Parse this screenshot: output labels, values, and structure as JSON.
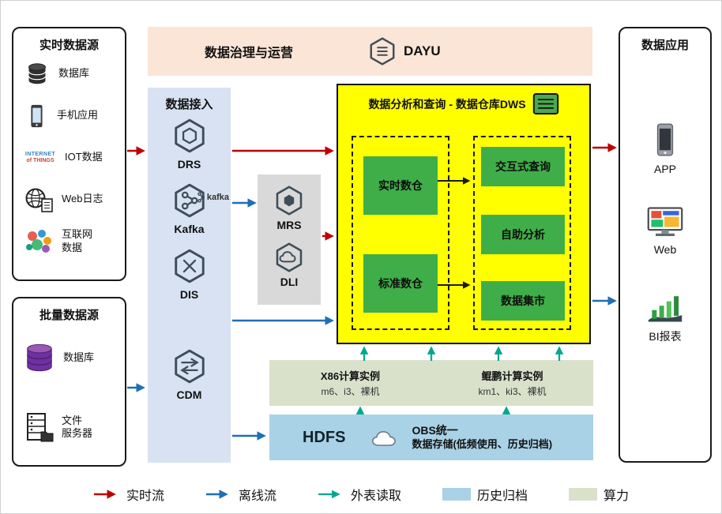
{
  "realtime_sources": {
    "title": "实时数据源",
    "items": [
      {
        "label": "数据库",
        "icon": "database-icon"
      },
      {
        "label": "手机应用",
        "icon": "mobile-icon"
      },
      {
        "label": "IOT数据",
        "icon": "iot-icon"
      },
      {
        "label": "Web日志",
        "icon": "web-log-icon"
      },
      {
        "label": "互联网\n数据",
        "icon": "internet-data-icon"
      }
    ],
    "iot_logo": {
      "line1": "INTERNET",
      "line2": "of THINGS"
    }
  },
  "batch_sources": {
    "title": "批量数据源",
    "items": [
      {
        "label": "数据库",
        "icon": "database-purple-icon"
      },
      {
        "label": "文件\n服务器",
        "icon": "file-server-icon"
      }
    ]
  },
  "governance": {
    "title": "数据治理与运营",
    "logo": "DAYU"
  },
  "ingestion": {
    "title": "数据接入",
    "items": [
      {
        "label": "DRS"
      },
      {
        "label": "Kafka"
      },
      {
        "label": "DIS"
      },
      {
        "label": "CDM"
      }
    ],
    "kafka_badge": "kafka"
  },
  "middleware": {
    "items": [
      {
        "label": "MRS"
      },
      {
        "label": "DLI"
      }
    ]
  },
  "dws": {
    "title": "数据分析和查询 - 数据仓库DWS",
    "warehouses": [
      {
        "label": "实时数仓"
      },
      {
        "label": "标准数仓"
      }
    ],
    "services": [
      {
        "label": "交互式查询"
      },
      {
        "label": "自助分析"
      },
      {
        "label": "数据集市"
      }
    ]
  },
  "compute": {
    "x86": {
      "title": "X86计算实例",
      "spec": "m6、i3、裸机"
    },
    "kunpeng": {
      "title": "鲲鹏计算实例",
      "spec": "km1、ki3、裸机"
    }
  },
  "storage": {
    "hdfs_label": "HDFS",
    "obs_title": "OBS统一",
    "obs_desc": "数据存储(低频使用、历史归档)"
  },
  "applications": {
    "title": "数据应用",
    "items": [
      {
        "label": "APP"
      },
      {
        "label": "Web"
      },
      {
        "label": "BI报表"
      }
    ]
  },
  "legend": {
    "items": [
      {
        "label": "实时流",
        "type": "arrow",
        "color": "#c00000"
      },
      {
        "label": "离线流",
        "type": "arrow",
        "color": "#1f6fb5"
      },
      {
        "label": "外表读取",
        "type": "arrow",
        "color": "#00a88e"
      },
      {
        "label": "历史归档",
        "type": "swatch",
        "color": "#a9d2e6"
      },
      {
        "label": "算力",
        "type": "swatch",
        "color": "#dae1cb"
      }
    ]
  },
  "colors": {
    "c-red": "#c00000",
    "c-blue": "#1f6fb5",
    "c-teal": "#00a88e",
    "c-yellow": "#ffff00",
    "c-green": "#3fae49",
    "c-peach": "#fbe5d6",
    "c-panelblue": "#d8e2f2",
    "c-panelgray": "#d9d9d9",
    "c-compute": "#dae1cb",
    "c-storage": "#a9d2e6"
  }
}
